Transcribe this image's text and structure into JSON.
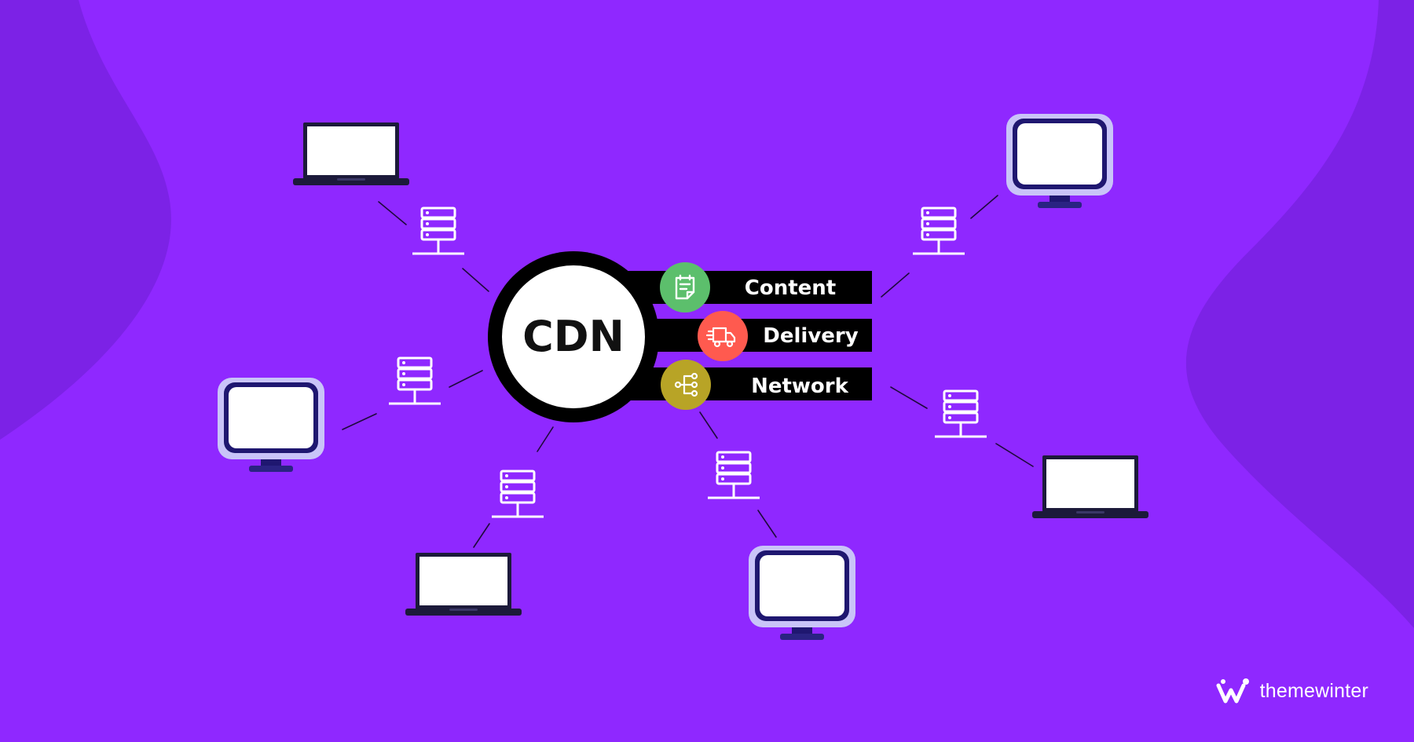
{
  "colors": {
    "background": "#8f28ff",
    "blob": "#7c22e6",
    "dark": "#000000",
    "white": "#ffffff",
    "line": "#1e0a3c",
    "server_icon": "#ffffff",
    "monitor_frame": "#c9c4f8",
    "monitor_inner": "#1f1770",
    "laptop_frame": "#1c1a3a",
    "content_badge": "#5cbf6c",
    "delivery_badge": "#ff5a4f",
    "network_badge": "#b8a426"
  },
  "hub": {
    "label": "CDN"
  },
  "bands": [
    {
      "label": "Content",
      "icon": "note-icon",
      "badge_color": "#5cbf6c"
    },
    {
      "label": "Delivery",
      "icon": "delivery-truck-icon",
      "badge_color": "#ff5a4f"
    },
    {
      "label": "Network",
      "icon": "network-share-icon",
      "badge_color": "#b8a426"
    }
  ],
  "nodes": [
    {
      "device": "laptop-icon",
      "via": "server-icon"
    },
    {
      "device": "desktop-monitor-icon",
      "via": "server-icon"
    },
    {
      "device": "desktop-monitor-icon",
      "via": "server-icon"
    },
    {
      "device": "laptop-icon",
      "via": "server-icon"
    },
    {
      "device": "desktop-monitor-icon",
      "via": "server-icon"
    },
    {
      "device": "laptop-icon",
      "via": "server-icon"
    }
  ],
  "brand": {
    "name": "themewinter",
    "logo_icon": "themewinter-logo-icon"
  }
}
